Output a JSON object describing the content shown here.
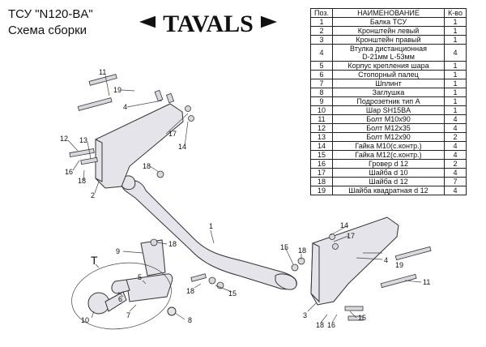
{
  "header": {
    "model": "ТСУ  \"N120-BA\"",
    "subtitle": "Схема сборки",
    "logo_text": "TAVALS"
  },
  "parts_table": {
    "headers": [
      "Поз.",
      "НАИМЕНОВАНИЕ",
      "К-во"
    ],
    "rows": [
      {
        "pos": "1",
        "name": "Балка ТСУ",
        "qty": "1"
      },
      {
        "pos": "2",
        "name": "Кронштейн левый",
        "qty": "1"
      },
      {
        "pos": "3",
        "name": "Кронштейн правый",
        "qty": "1"
      },
      {
        "pos": "4",
        "name": "Втулка дистанционная",
        "name2": "D-21мм  L-53мм",
        "qty": "4"
      },
      {
        "pos": "5",
        "name": "Корпус крепления шара",
        "qty": "1"
      },
      {
        "pos": "6",
        "name": "Стопорный палец",
        "qty": "1"
      },
      {
        "pos": "7",
        "name": "Шплинт",
        "qty": "1"
      },
      {
        "pos": "8",
        "name": "Заглушка",
        "qty": "1"
      },
      {
        "pos": "9",
        "name": "Подрозетник тип А",
        "qty": "1"
      },
      {
        "pos": "10",
        "name": "Шар SH15BA",
        "qty": "1"
      },
      {
        "pos": "11",
        "name": "Болт М10х90",
        "qty": "4"
      },
      {
        "pos": "12",
        "name": "Болт М12х35",
        "qty": "4"
      },
      {
        "pos": "13",
        "name": "Болт М12х90",
        "qty": "2"
      },
      {
        "pos": "14",
        "name": "Гайка М10(с.контр.)",
        "qty": "4"
      },
      {
        "pos": "15",
        "name": "Гайка М12(с.контр.)",
        "qty": "4"
      },
      {
        "pos": "16",
        "name": "Гровер d 12",
        "qty": "2"
      },
      {
        "pos": "17",
        "name": "Шайба d 10",
        "qty": "4"
      },
      {
        "pos": "18",
        "name": "Шайба d 12",
        "qty": "7"
      },
      {
        "pos": "19",
        "name": "Шайба квадратная d 12",
        "qty": "4"
      }
    ]
  },
  "callouts": {
    "c1": "1",
    "c2": "2",
    "c3": "3",
    "c4a": "4",
    "c4b": "4",
    "c5": "5",
    "c6": "6",
    "c7": "7",
    "c8": "8",
    "c9": "9",
    "c10": "10",
    "c11a": "11",
    "c11b": "11",
    "c12": "12",
    "c13": "13",
    "c14a": "14",
    "c14b": "14",
    "c15a": "15",
    "c15b": "15",
    "c15c": "15",
    "c16a": "16",
    "c16b": "16",
    "c17a": "17",
    "c17b": "17",
    "c18a": "18",
    "c18b": "18",
    "c18c": "18",
    "c18d": "18",
    "c18e": "18",
    "c18f": "18",
    "c19a": "19",
    "c19b": "19",
    "cT": "T"
  },
  "colors": {
    "part_fill": "#e4e4ea",
    "part_stroke": "#333333",
    "leader": "#444444"
  }
}
